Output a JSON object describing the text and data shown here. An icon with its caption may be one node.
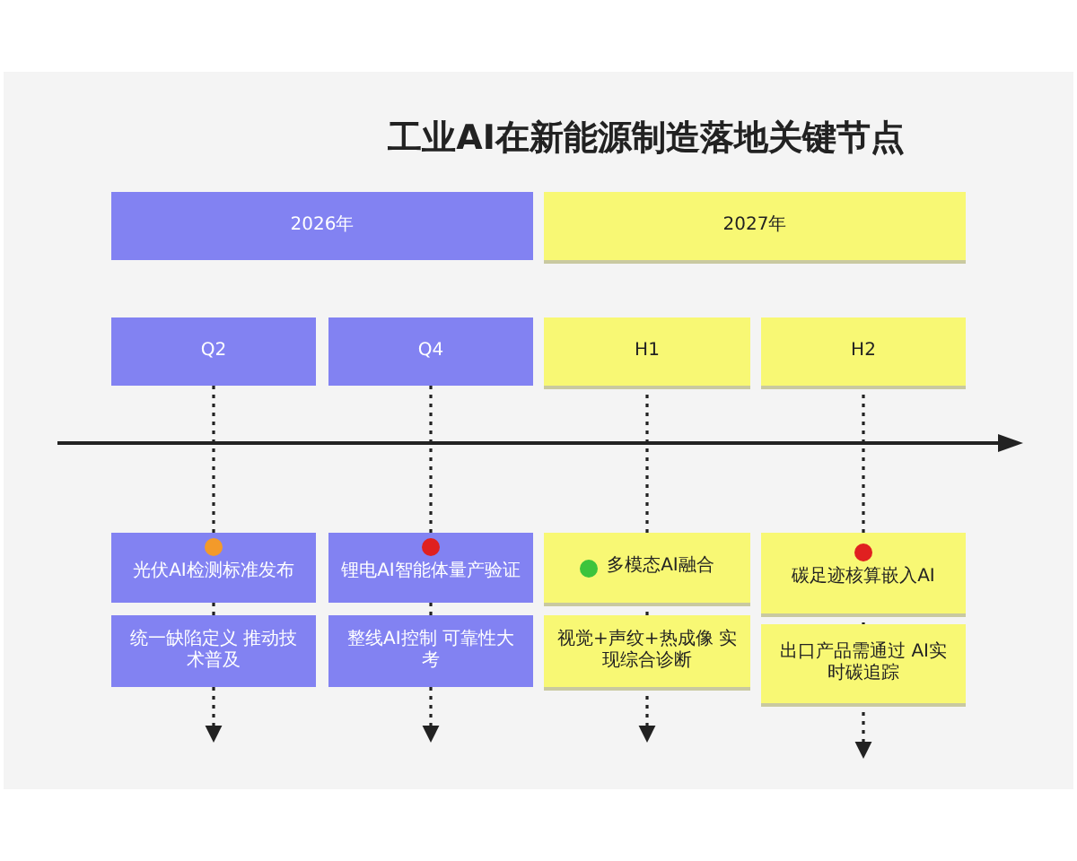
{
  "diagram": {
    "title": "工业AI在新能源制造落地关键节点",
    "nodes": [
      {
        "text": [
          "2026年"
        ]
      },
      {
        "text": [
          "2027年"
        ]
      },
      {
        "text": [
          "Q2"
        ]
      },
      {
        "text": [
          "Q4"
        ]
      },
      {
        "text": [
          "H1"
        ]
      },
      {
        "text": [
          "H2"
        ]
      },
      {
        "text": [
          "光伏AI检测标准发布"
        ]
      },
      {
        "text": [
          "锂电AI智能体量产验证"
        ]
      },
      {
        "text": [
          "多模态AI融合"
        ]
      },
      {
        "text": [
          "碳足迹核算嵌入AI"
        ]
      },
      {
        "text": [
          "统一缺陷定义 推动技术普及"
        ]
      },
      {
        "text": [
          "整线AI控制 可靠性大考"
        ]
      },
      {
        "text": [
          "视觉+声纹+热成像 实现综合诊断"
        ]
      },
      {
        "text": [
          "出口产品需通过 AI实时碳追踪"
        ]
      }
    ],
    "edges": [
      {
        "from": 2,
        "to": 6,
        "arrow": "none",
        "style": "dashed"
      },
      {
        "from": 3,
        "to": 7,
        "arrow": "none",
        "style": "dashed"
      },
      {
        "from": 4,
        "to": 8,
        "arrow": "none",
        "style": "dashed"
      },
      {
        "from": 5,
        "to": 9,
        "arrow": "none",
        "style": "dashed"
      },
      {
        "from": 6,
        "to": 10,
        "arrow": "none",
        "style": "dashed"
      },
      {
        "from": 7,
        "to": 11,
        "arrow": "none",
        "style": "dashed"
      },
      {
        "from": 8,
        "to": 12,
        "arrow": "none",
        "style": "dashed"
      },
      {
        "from": 9,
        "to": 13,
        "arrow": "none",
        "style": "dashed"
      },
      {
        "from": 10,
        "to": null,
        "arrow": "to",
        "style": "dashed"
      },
      {
        "from": 11,
        "to": null,
        "arrow": "to",
        "style": "dashed"
      },
      {
        "from": 12,
        "to": null,
        "arrow": "to",
        "style": "dashed"
      },
      {
        "from": 13,
        "to": null,
        "arrow": "to",
        "style": "dashed"
      }
    ]
  }
}
